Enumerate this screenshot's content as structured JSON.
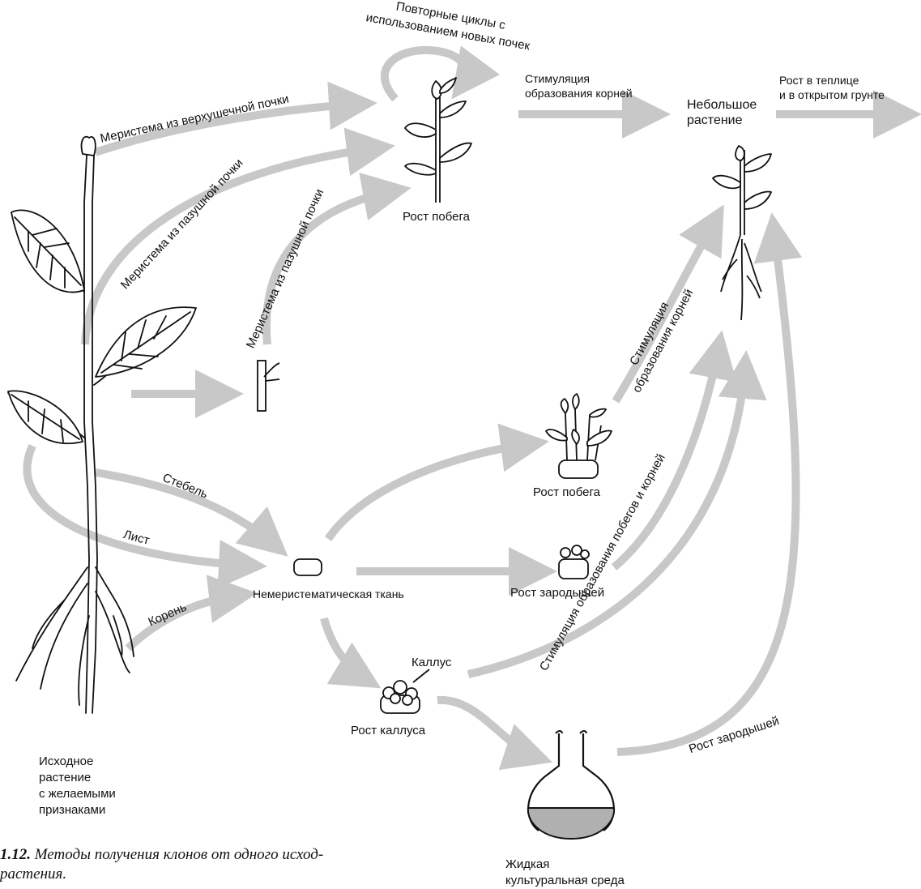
{
  "labels": {
    "repeat_cycles": "Повторные циклы с\nиспользованием новых почек",
    "meristem_apical": "Меристема из верхушечной почки",
    "meristem_axillary_1": "Меристема из пазушной почки",
    "meristem_axillary_2": "Меристема из пазушной почки",
    "shoot_growth_top": "Рост побега",
    "root_stimulation_top": "Стимуляция\nобразования корней",
    "small_plant": "Небольшое\nрастение",
    "greenhouse": "Рост в теплице\nи в открытом грунте",
    "root_stimulation_diag": "Стимуляция\nобразования корней",
    "shoot_growth_mid": "Рост побега",
    "stem": "Стебель",
    "leaf": "Лист",
    "root": "Корень",
    "nonmeristem_tissue": "Немеристематическая ткань",
    "embryo_growth": "Рост зародышей",
    "shoot_root_stimulation": "Стимуляция образования побегов и корней",
    "callus": "Каллус",
    "callus_growth": "Рост каллуса",
    "embryo_growth_flask": "Рост зародышей",
    "source_plant": "Исходное\nрастение\nс желаемыми\nпризнаками",
    "liquid_medium": "Жидкая\nкультуральная среда"
  },
  "caption": {
    "number": "1.12.",
    "text": "Методы получения клонов от одного исход-\nрастения."
  },
  "colors": {
    "arrow": "#c8c8c8",
    "line": "#111111",
    "liquid": "#b0b0b0"
  }
}
